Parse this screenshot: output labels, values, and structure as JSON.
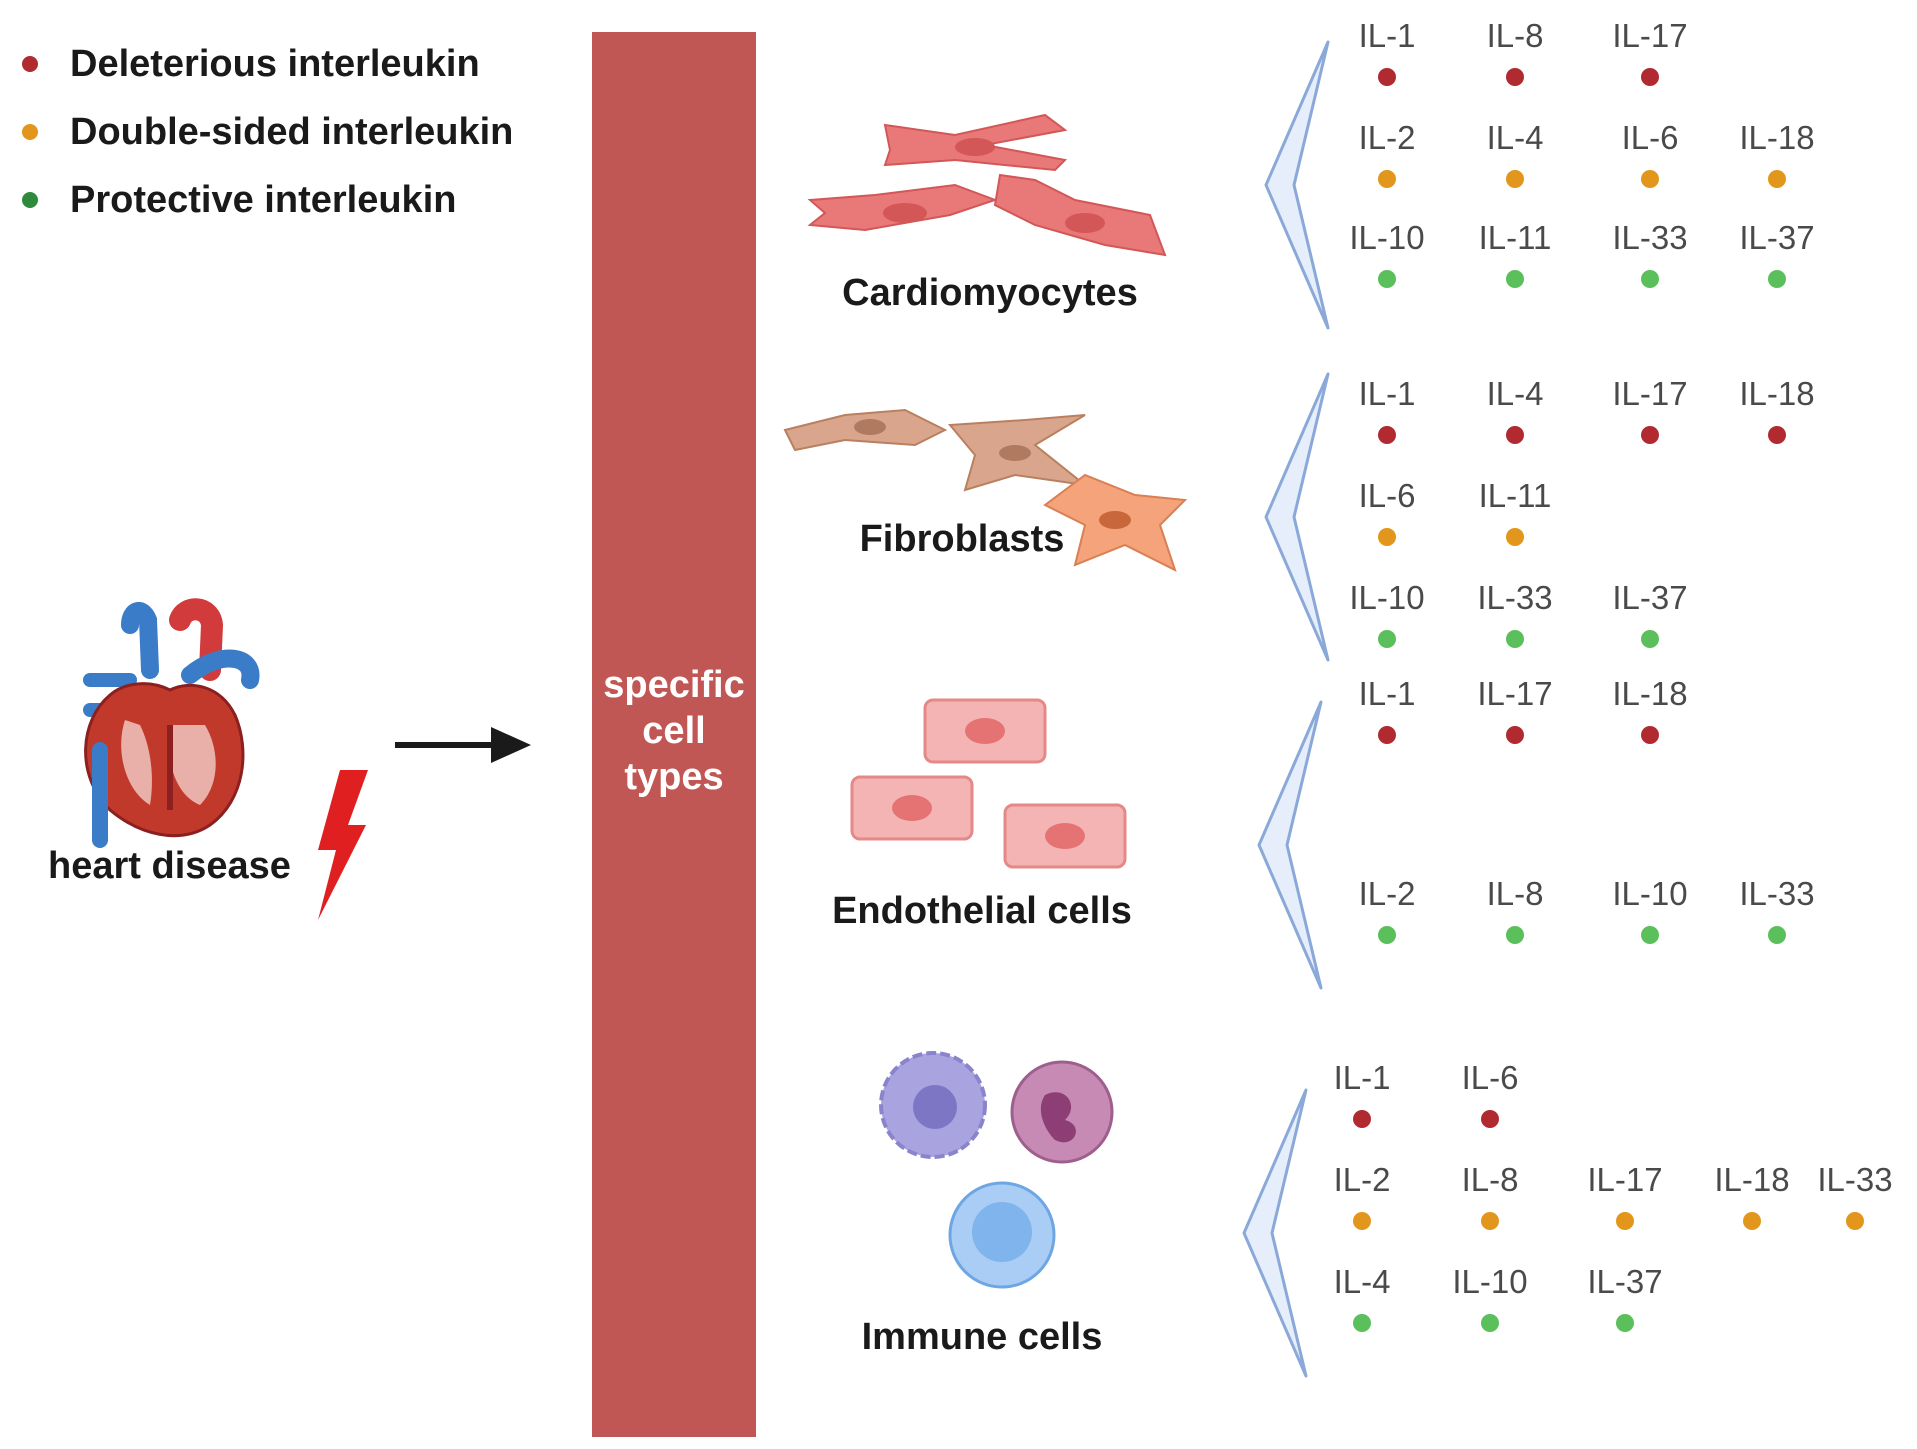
{
  "colors": {
    "deleterious": "#b02a30",
    "double_sided": "#e3961c",
    "protective": "#5bbf5b",
    "bar": "#c15755"
  },
  "legend": [
    {
      "label": "Deleterious interleukin",
      "type": "deleterious"
    },
    {
      "label": "Double-sided interleukin",
      "type": "double_sided"
    },
    {
      "label": "Protective interleukin",
      "type": "protective"
    }
  ],
  "heart": {
    "label": "heart disease",
    "icon": "heart-icon",
    "symbol": "lightning-bolt-icon"
  },
  "bar": {
    "line1": "specific",
    "line2": "cell",
    "line3": "types"
  },
  "groups": [
    {
      "cell": "Cardiomyocytes",
      "rows": [
        {
          "type": "deleterious",
          "items": [
            "IL-1",
            "IL-8",
            "IL-17"
          ]
        },
        {
          "type": "double_sided",
          "items": [
            "IL-2",
            "IL-4",
            "IL-6",
            "IL-18"
          ]
        },
        {
          "type": "protective",
          "items": [
            "IL-10",
            "IL-11",
            "IL-33",
            "IL-37"
          ]
        }
      ]
    },
    {
      "cell": "Fibroblasts",
      "rows": [
        {
          "type": "deleterious",
          "items": [
            "IL-1",
            "IL-4",
            "IL-17",
            "IL-18"
          ]
        },
        {
          "type": "double_sided",
          "items": [
            "IL-6",
            "IL-11"
          ]
        },
        {
          "type": "protective",
          "items": [
            "IL-10",
            "IL-33",
            "IL-37"
          ]
        }
      ]
    },
    {
      "cell": "Endothelial cells",
      "rows": [
        {
          "type": "deleterious",
          "items": [
            "IL-1",
            "IL-17",
            "IL-18"
          ]
        },
        {
          "type": "protective",
          "items": [
            "IL-2",
            "IL-8",
            "IL-10",
            "IL-33"
          ]
        }
      ]
    },
    {
      "cell": "Immune cells",
      "rows": [
        {
          "type": "deleterious",
          "items": [
            "IL-1",
            "IL-6"
          ]
        },
        {
          "type": "double_sided",
          "items": [
            "IL-2",
            "IL-8",
            "IL-17",
            "IL-18",
            "IL-33"
          ]
        },
        {
          "type": "protective",
          "items": [
            "IL-4",
            "IL-10",
            "IL-37"
          ]
        }
      ]
    }
  ]
}
